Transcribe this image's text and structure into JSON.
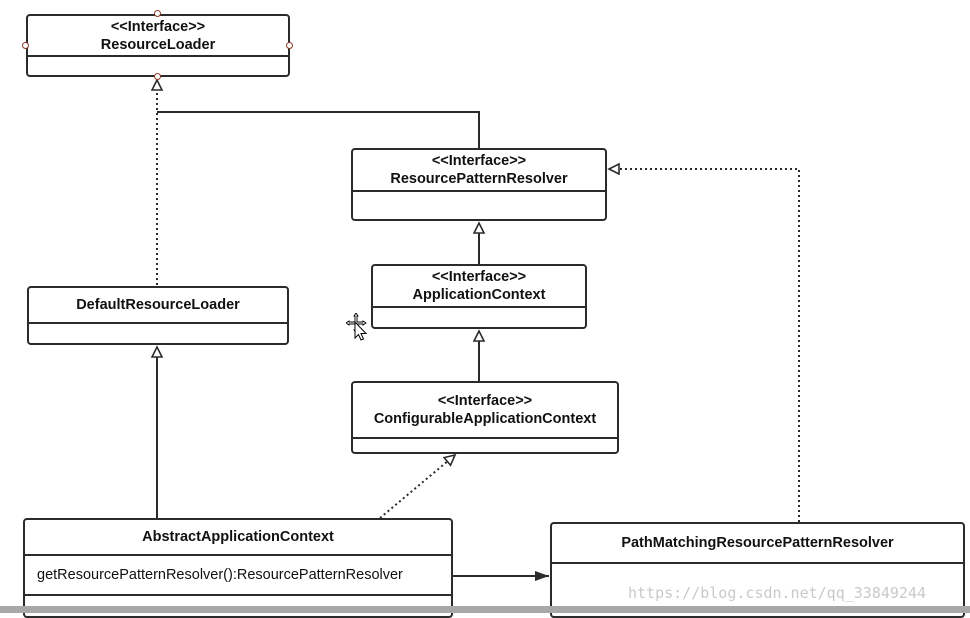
{
  "classes": {
    "resource_loader": {
      "stereotype": "<<Interface>>",
      "name": "ResourceLoader"
    },
    "resource_pattern_resolver": {
      "stereotype": "<<Interface>>",
      "name": "ResourcePatternResolver"
    },
    "application_context": {
      "stereotype": "<<Interface>>",
      "name": "ApplicationContext"
    },
    "configurable_application_context": {
      "stereotype": "<<Interface>>",
      "name": "ConfigurableApplicationContext"
    },
    "default_resource_loader": {
      "name": "DefaultResourceLoader"
    },
    "abstract_application_context": {
      "name": "AbstractApplicationContext",
      "operation": "getResourcePatternResolver():ResourcePatternResolver"
    },
    "path_matching_resource_pattern_resolver": {
      "name": "PathMatchingResourcePatternResolver"
    }
  },
  "watermark": "https://blog.csdn.net/qq_33849244",
  "colors": {
    "line": "#2b2b2b",
    "handle": "#8b3a2a",
    "watermark": "#c9c9c9"
  }
}
